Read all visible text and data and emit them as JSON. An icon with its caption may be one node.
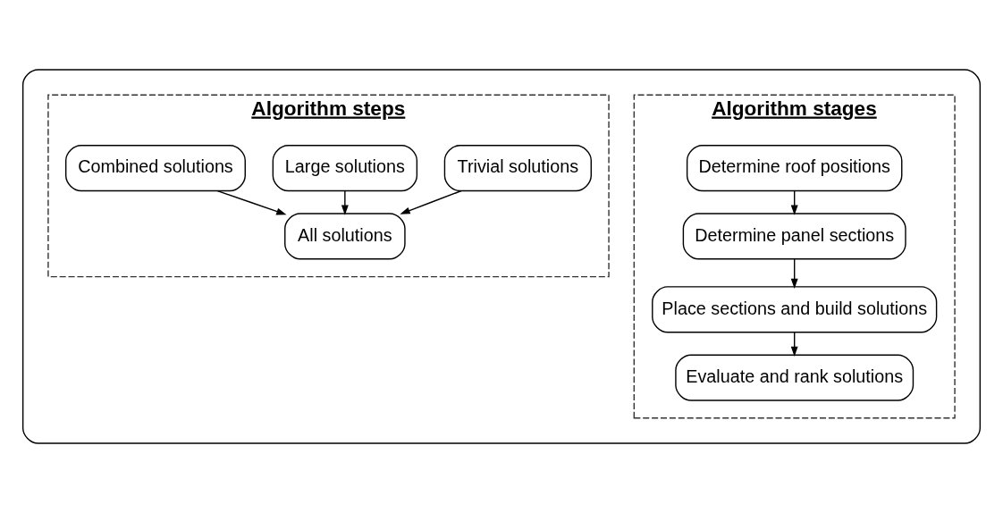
{
  "diagram": {
    "nodes": [
      {
        "text": [],
        "shape": "box"
      },
      {
        "text": [
          "Algorithm stages"
        ],
        "in": 0
      },
      {
        "text": [
          "Determine roof positions"
        ],
        "in": 1
      },
      {
        "text": [
          "Determine panel sections"
        ],
        "in": 1
      },
      {
        "text": [
          "Place sections and build solutions"
        ],
        "in": 1
      },
      {
        "text": [
          "Evaluate and rank solutions"
        ],
        "in": 1
      },
      {
        "text": [
          "Algorithm steps"
        ],
        "in": 0
      },
      {
        "text": [
          "Trivial solutions"
        ],
        "in": 6
      },
      {
        "text": [
          "Large solutions"
        ],
        "in": 6
      },
      {
        "text": [
          "Combined solutions"
        ],
        "in": 6
      },
      {
        "text": [
          "All solutions"
        ],
        "in": 6
      }
    ],
    "edges": [
      {
        "from": 2,
        "to": 3,
        "arrow": "to"
      },
      {
        "from": 3,
        "to": 4,
        "arrow": "to"
      },
      {
        "from": 4,
        "to": 5,
        "arrow": "to"
      },
      {
        "from": 7,
        "to": 10,
        "arrow": "to"
      },
      {
        "from": 8,
        "to": 10,
        "arrow": "to"
      },
      {
        "from": 9,
        "to": 10,
        "arrow": "to"
      }
    ]
  }
}
